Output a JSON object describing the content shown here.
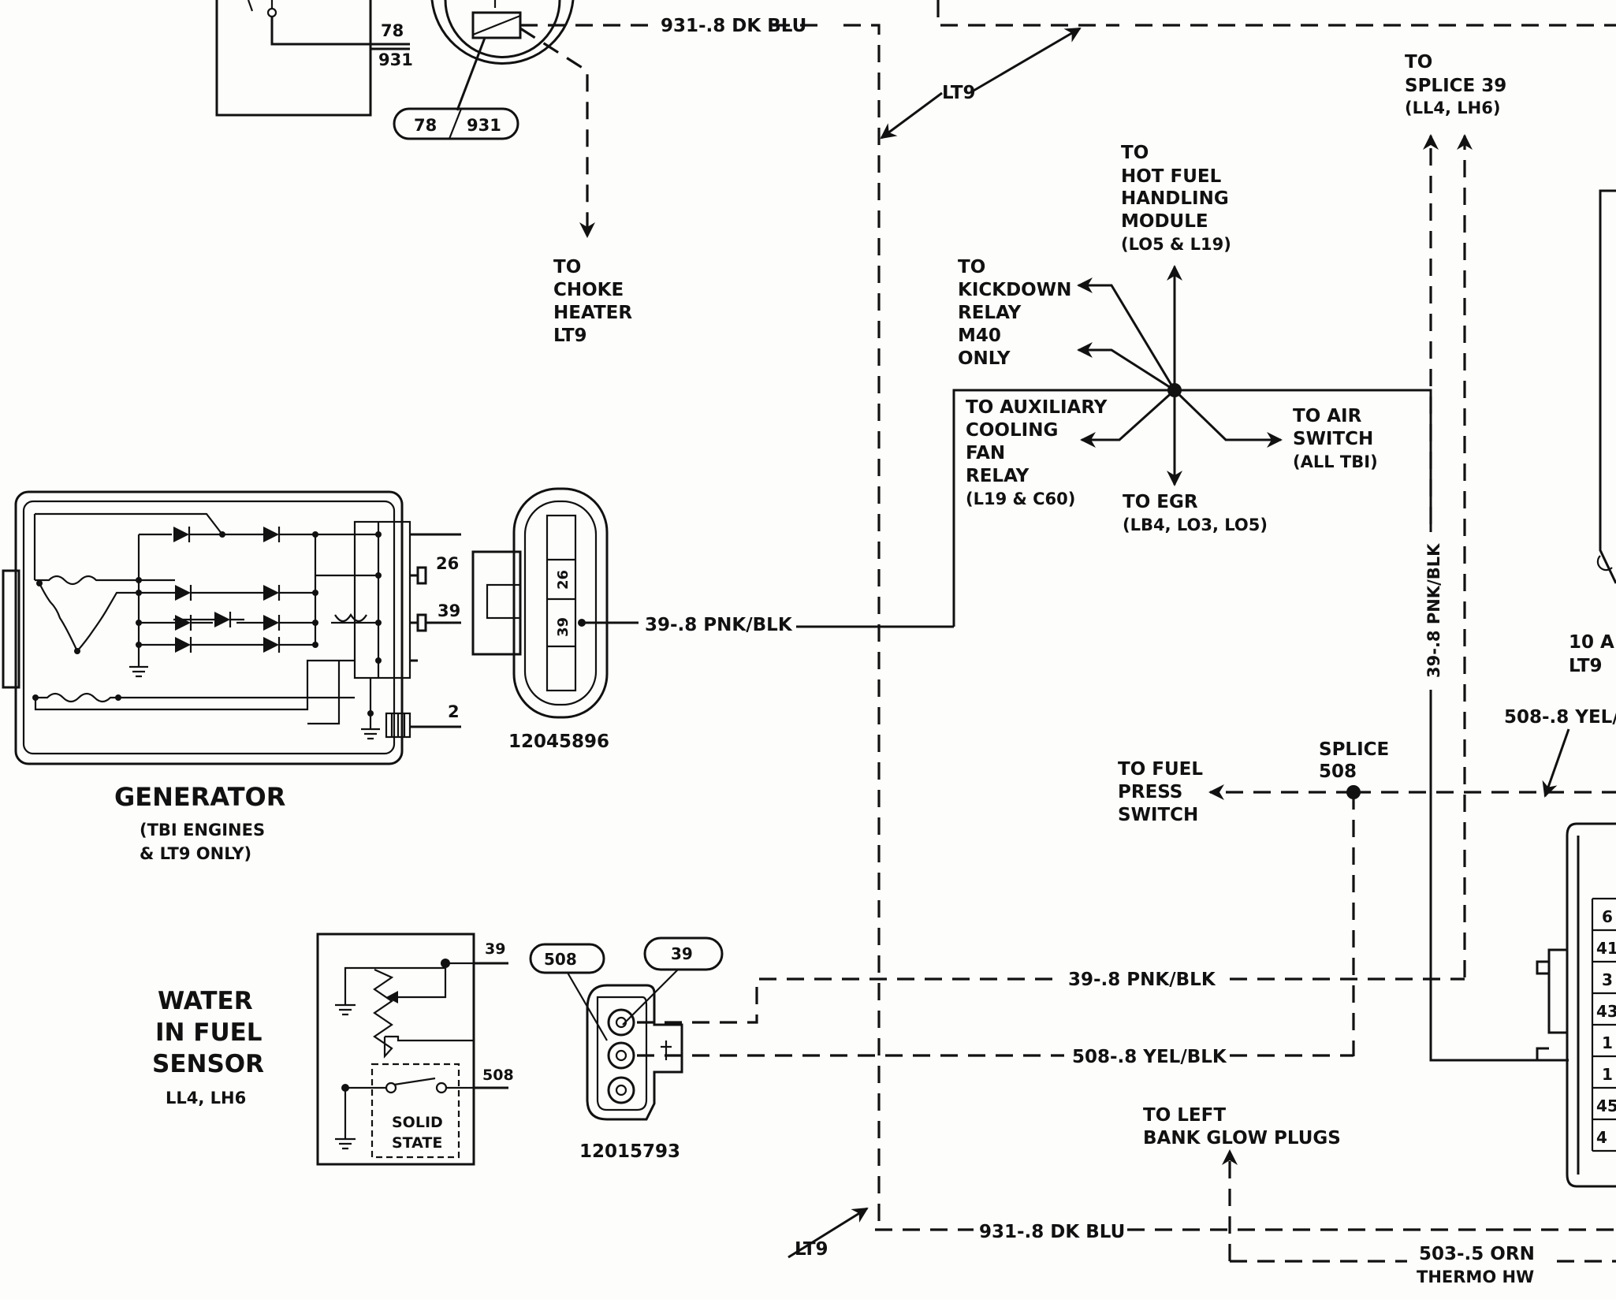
{
  "wires": {
    "dk_blu_top": "931-.8 DK BLU",
    "dk_blu_bottom": "931-.8 DK BLU",
    "pnk_blk_gen": "39-.8 PNK/BLK",
    "pnk_blk_vertical": "39-.8 PNK/BLK",
    "pnk_blk_sensor": "39-.8 PNK/BLK",
    "yel_blk_sensor": "508-.8 YEL/BLK",
    "yel_blk_right": "508-.8 YEL/",
    "orn": "503-.5 ORN",
    "orn_sub": "THERMO HW"
  },
  "labels": {
    "lt9_top": "LT9",
    "lt9_bottom": "LT9",
    "choke": [
      "TO",
      "CHOKE",
      "HEATER",
      "LT9"
    ],
    "hot_fuel": [
      "TO",
      "HOT FUEL",
      "HANDLING",
      "MODULE",
      "(LO5 & L19)"
    ],
    "kickdown": [
      "TO",
      "KICKDOWN",
      "RELAY",
      "M40",
      "ONLY"
    ],
    "aux_fan": [
      "TO AUXILIARY",
      "COOLING",
      "FAN",
      "RELAY",
      "(L19 & C60)"
    ],
    "air_switch": [
      "TO AIR",
      "SWITCH",
      "(ALL TBI)"
    ],
    "egr": [
      "TO EGR",
      "(LB4, LO3, LO5)"
    ],
    "splice39": [
      "TO",
      "SPLICE 39",
      "(LL4, LH6)"
    ],
    "splice508": [
      "SPLICE",
      "508"
    ],
    "fuel_press": [
      "TO FUEL",
      "PRESS",
      "SWITCH"
    ],
    "glow_plugs": [
      "TO LEFT",
      "BANK GLOW PLUGS"
    ],
    "ten_amp": [
      "10 A",
      "LT9"
    ]
  },
  "top_component": {
    "pin_a": "78",
    "pin_b": "931",
    "bubble_a": "78",
    "bubble_b": "931"
  },
  "generator": {
    "title": "GENERATOR",
    "sub1": "(TBI ENGINES",
    "sub2": "& LT9 ONLY)",
    "term_26": "26",
    "term_39": "39",
    "term_2": "2",
    "connector_part": "12045896",
    "conn_pin_a": "26",
    "conn_pin_b": "39"
  },
  "sensor": {
    "title1": "WATER",
    "title2": "IN FUEL",
    "title3": "SENSOR",
    "sub": "LL4, LH6",
    "term_39": "39",
    "term_508": "508",
    "solid1": "SOLID",
    "solid2": "STATE",
    "connector_part": "12015793",
    "bubble_508": "508",
    "bubble_39": "39"
  },
  "fuse_block_numbers": [
    "6",
    "41",
    "3",
    "43",
    "1",
    "1",
    "45",
    "4"
  ]
}
